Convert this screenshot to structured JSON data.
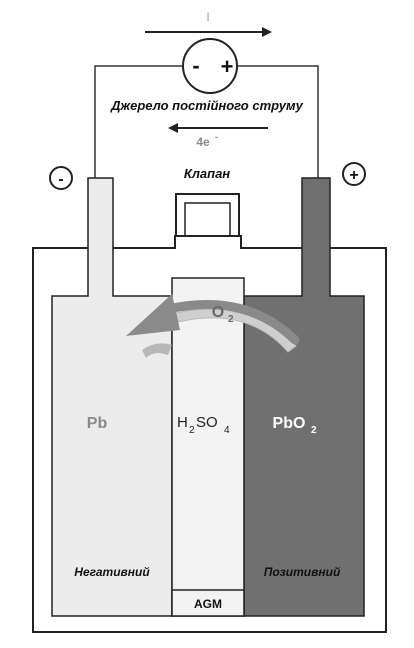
{
  "labels": {
    "current_symbol": "I",
    "source_title": "Джерело постійного струму",
    "source_minus": "-",
    "source_plus": "+",
    "electrons": "4e",
    "electrons_superscript": "-",
    "valve": "Клапан",
    "terminal_negative": "-",
    "terminal_positive": "+",
    "oxygen": "O",
    "oxygen_subscript": "2",
    "negative_plate_material": "Pb",
    "electrolyte_main_h": "H",
    "electrolyte_sub_2": "2",
    "electrolyte_main_so": "SO",
    "electrolyte_sub_4": "4",
    "positive_plate_material": "PbO",
    "positive_plate_subscript": "2",
    "negative_caption": "Негативний",
    "positive_caption": "Позитивний",
    "separator": "AGM"
  },
  "colors": {
    "outline": "#222222",
    "negative_plate": "#ececec",
    "positive_plate": "#707070",
    "separator": "#f3f3f3",
    "arrow_gray": "#7f7f7f",
    "label_gray": "#8a8a8a"
  },
  "icons": {
    "current_arrow": "arrow-right-icon",
    "electron_arrow": "arrow-left-icon",
    "oxygen_flow": "curved-arrow-left-icon"
  }
}
